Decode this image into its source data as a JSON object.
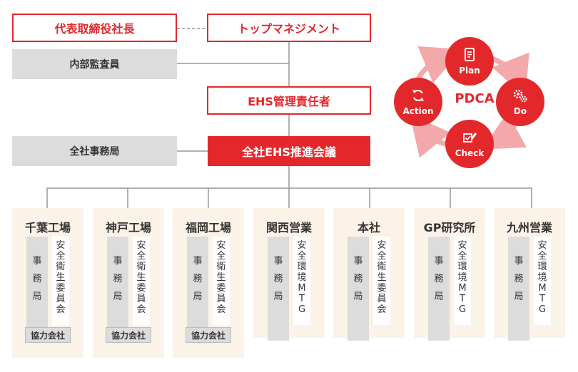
{
  "top": {
    "president": "代表取締役社長",
    "management": "トップマネジメント",
    "audit": "内部監査員",
    "ehs_manager": "EHS管理責任者",
    "secretariat": "全社事務局",
    "ehs_meeting": "全社EHS推進会議"
  },
  "sites": [
    {
      "name": "千葉工場",
      "left_col": [
        "事",
        "務",
        "局"
      ],
      "right_col": [
        "安",
        "全",
        "衛",
        "生",
        "委",
        "員",
        "会"
      ],
      "partner": "協力会社"
    },
    {
      "name": "神戸工場",
      "left_col": [
        "事",
        "務",
        "局"
      ],
      "right_col": [
        "安",
        "全",
        "衛",
        "生",
        "委",
        "員",
        "会"
      ],
      "partner": "協力会社"
    },
    {
      "name": "福岡工場",
      "left_col": [
        "事",
        "務",
        "局"
      ],
      "right_col": [
        "安",
        "全",
        "衛",
        "生",
        "委",
        "員",
        "会"
      ],
      "partner": "協力会社"
    },
    {
      "name": "関西営業",
      "left_col": [
        "事",
        "務",
        "局"
      ],
      "right_col": [
        "安",
        "全",
        "環",
        "境",
        "M",
        "T",
        "G"
      ],
      "partner": ""
    },
    {
      "name": "本社",
      "left_col": [
        "事",
        "務",
        "局"
      ],
      "right_col": [
        "安",
        "全",
        "衛",
        "生",
        "委",
        "員",
        "会"
      ],
      "partner": ""
    },
    {
      "name": "GP研究所",
      "left_col": [
        "事",
        "務",
        "局"
      ],
      "right_col": [
        "安",
        "全",
        "環",
        "境",
        "M",
        "T",
        "G"
      ],
      "partner": ""
    },
    {
      "name": "九州営業",
      "left_col": [
        "事",
        "務",
        "局"
      ],
      "right_col": [
        "安",
        "全",
        "環",
        "境",
        "M",
        "T",
        "G"
      ],
      "partner": ""
    }
  ],
  "pdca": {
    "center": "PDCA",
    "plan": "Plan",
    "do": "Do",
    "check": "Check",
    "action": "Action",
    "color": "#e3282c",
    "arrow_color": "#f3a8aa"
  }
}
